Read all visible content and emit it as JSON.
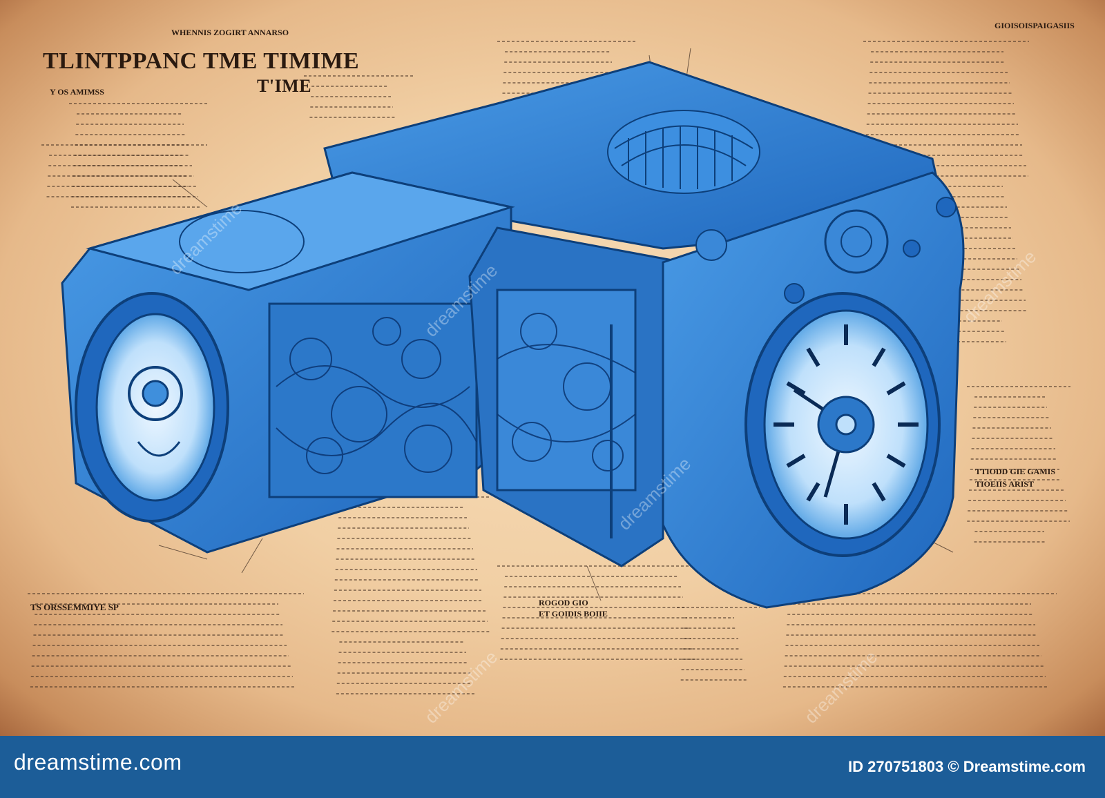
{
  "artwork": {
    "title_line1": "TLINTPPANC TME TIMIME",
    "title_line2": "T'IME",
    "top_caption": "WHENNIS ZOGIRT ANNARSO",
    "left_caption_1": "Y OS AMIMSS",
    "left_caption_2": "TS ORSSEMMIYE SP",
    "right_caption_1": "TTIODD GIE GAMIS",
    "right_caption_2": "TIOEIIS ARIST",
    "bottom_caption_1": "ROGOD GIO",
    "bottom_caption_2": "ET GOIDIS BOIIE",
    "corner_caption": "GIOISOISPAIGASIIS",
    "palette": {
      "paper": "#f2d3a8",
      "paper_edge": "#a8683e",
      "blueprint": "#2f7fd0",
      "ink": "#0d3f7a"
    }
  },
  "watermark": {
    "text": "dreamstime"
  },
  "footer": {
    "logo": "dreamstime.com",
    "stock_id": "ID 270751803 © Dreamstime.com"
  }
}
